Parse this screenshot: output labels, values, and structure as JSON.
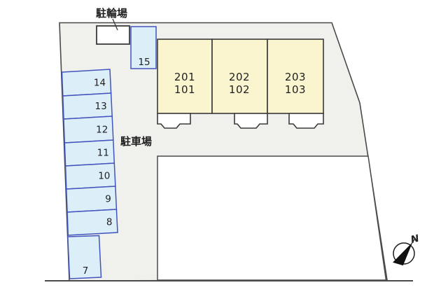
{
  "labels": {
    "bicycle_parking": "駐輪場",
    "car_parking": "駐車場"
  },
  "building": {
    "units": [
      {
        "upper": "201",
        "lower": "101"
      },
      {
        "upper": "202",
        "lower": "102"
      },
      {
        "upper": "203",
        "lower": "103"
      }
    ]
  },
  "parking": {
    "spaces": [
      "15",
      "14",
      "13",
      "12",
      "11",
      "10",
      "9",
      "8",
      "7"
    ]
  },
  "compass": {
    "north_label": "N"
  },
  "colors": {
    "background": "#FFFFFF",
    "site_fill": "#F0F0ED",
    "lot_fill": "#FFFFFF",
    "building_fill": "#FAF5CE",
    "building_stroke": "#3A3A3A",
    "space_fill": "#DCEEF8",
    "space_stroke": "#4254BE",
    "boundary_stroke": "#4A4A4A",
    "text_color": "#1F1F1F"
  }
}
